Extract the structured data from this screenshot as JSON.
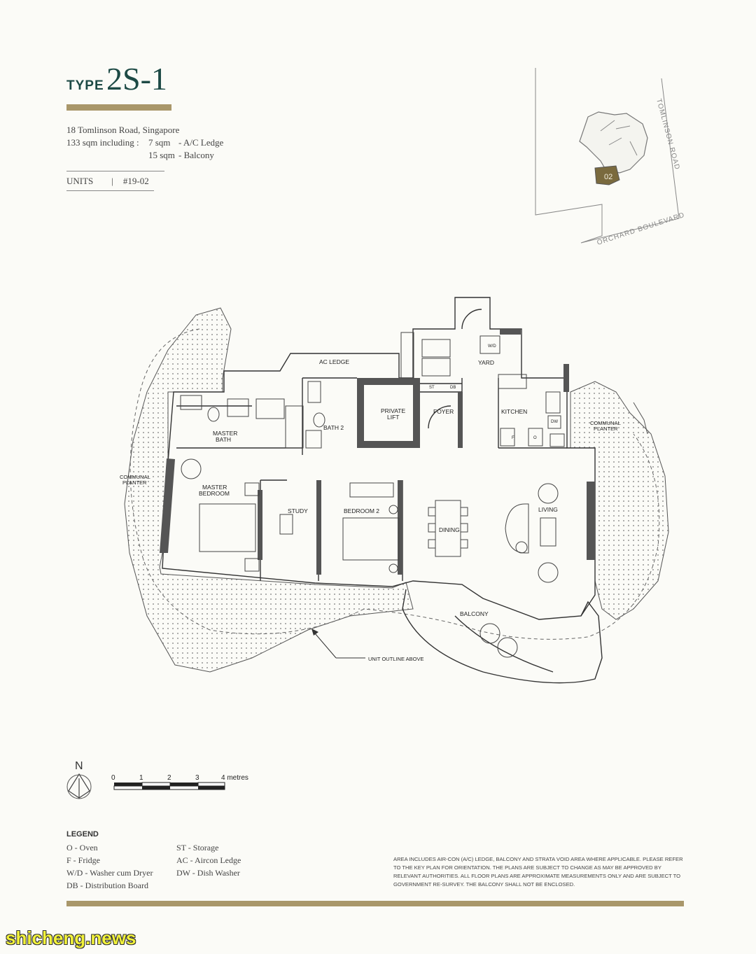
{
  "header": {
    "type_label": "TYPE",
    "type_code": "2S-1",
    "address": "18 Tomlinson Road, Singapore",
    "area_line": "133 sqm including :",
    "ac_ledge_area": "7 sqm",
    "ac_ledge_label": "- A/C Ledge",
    "balcony_area": "15 sqm",
    "balcony_label": "- Balcony",
    "units_label": "UNITS",
    "units_sep": "|",
    "units_value": "#19-02"
  },
  "keyplan": {
    "road_1": "TOMLINSON ROAD",
    "road_2": "ORCHARD BOULEVARD",
    "unit_tag": "02",
    "highlight_color": "#7a6a3e"
  },
  "floorplan": {
    "rooms": {
      "ac_ledge": "AC LEDGE",
      "yard": "YARD",
      "wd": "W/D",
      "st": "ST",
      "db": "DB",
      "private_lift_1": "PRIVATE",
      "private_lift_2": "LIFT",
      "foyer": "FOYER",
      "kitchen": "KITCHEN",
      "dw": "DW",
      "fridge": "F",
      "oven": "O",
      "master_bath_1": "MASTER",
      "master_bath_2": "BATH",
      "bath_2": "BATH 2",
      "communal_planter_l1": "COMMUNAL",
      "communal_planter_l2": "PLANTER",
      "communal_planter_r1": "COMMUNAL",
      "communal_planter_r2": "PLANTER",
      "master_bedroom_1": "MASTER",
      "master_bedroom_2": "BEDROOM",
      "study": "STUDY",
      "bedroom_2": "BEDROOM 2",
      "dining": "DINING",
      "living": "LIVING",
      "balcony": "BALCONY",
      "unit_outline": "UNIT OUTLINE ABOVE"
    }
  },
  "north": {
    "label": "N"
  },
  "scale": {
    "ticks": [
      "0",
      "1",
      "2",
      "3"
    ],
    "end_label": "4 metres"
  },
  "legend": {
    "title": "LEGEND",
    "items_left": [
      "O    - Oven",
      "F    - Fridge",
      "W/D - Washer cum Dryer",
      "DB  - Distribution Board"
    ],
    "items_right": [
      "ST  - Storage",
      "AC  - Aircon Ledge",
      "DW - Dish Washer"
    ]
  },
  "disclaimer": "AREA INCLUDES AIR-CON (A/C) LEDGE, BALCONY AND STRATA VOID AREA WHERE APPLICABLE. PLEASE REFER TO THE KEY PLAN FOR ORIENTATION. THE PLANS ARE SUBJECT TO CHANGE AS MAY BE APPROVED BY RELEVANT AUTHORITIES. ALL FLOOR PLANS ARE APPROXIMATE MEASUREMENTS ONLY AND ARE SUBJECT TO GOVERNMENT RE-SURVEY. THE BALCONY SHALL NOT BE ENCLOSED.",
  "watermark": "shicheng.news",
  "colors": {
    "accent_gold": "#a9976a",
    "title_green": "#1d4a45"
  }
}
